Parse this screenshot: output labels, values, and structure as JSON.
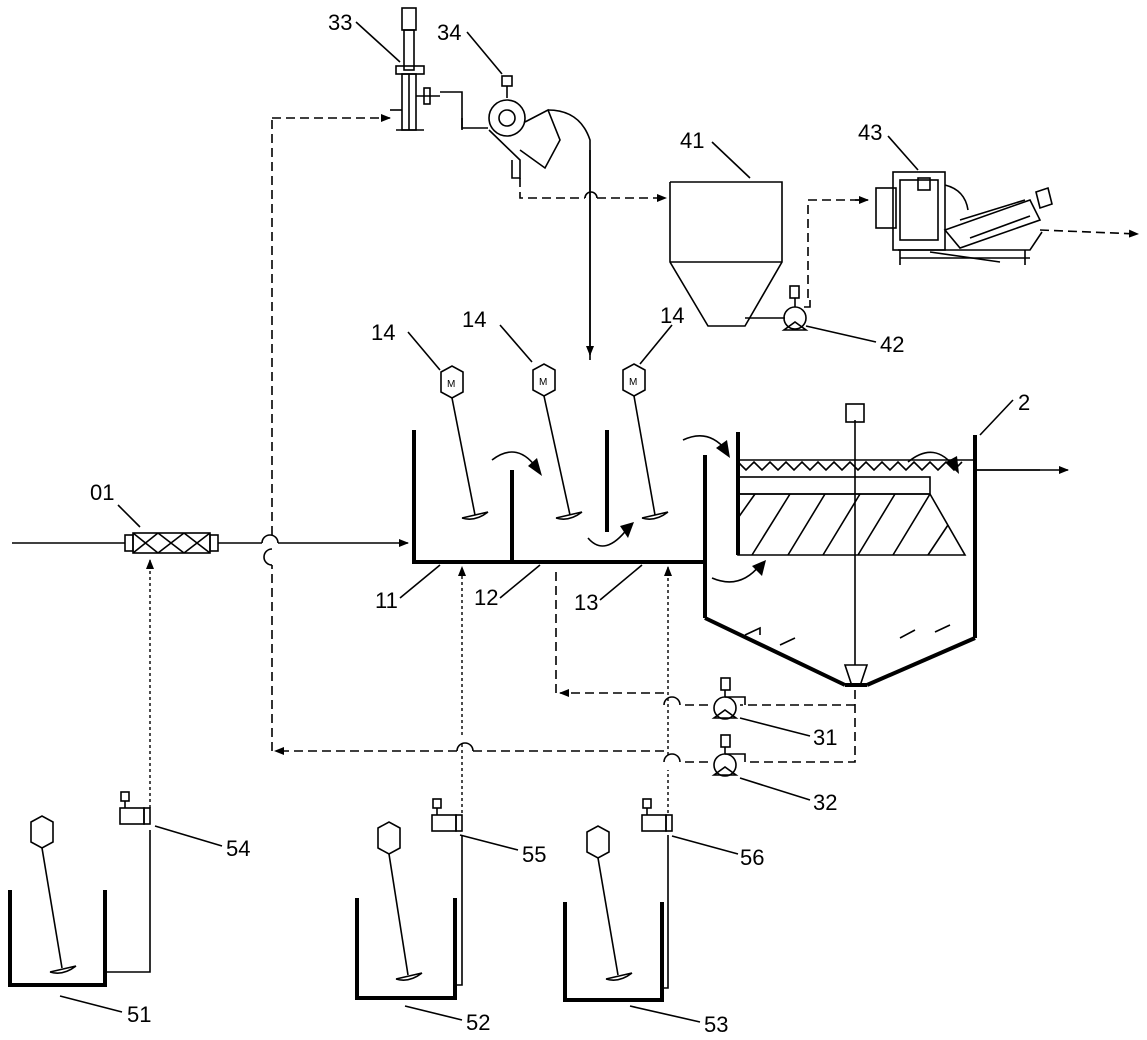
{
  "labels": {
    "screw_press": "33",
    "roller_unit": "34",
    "sludge_hopper": "41",
    "dewatering_machine": "43",
    "hopper_pump": "42",
    "mixer_1": "14",
    "mixer_2": "14",
    "mixer_3": "14",
    "settling_tank": "2",
    "pipe_mixer": "01",
    "tank_11": "11",
    "tank_12": "12",
    "tank_13": "13",
    "pump_31": "31",
    "pump_32": "32",
    "dosing_pump_54": "54",
    "dosing_pump_55": "55",
    "dosing_pump_56": "56",
    "dosing_tank_51": "51",
    "dosing_tank_52": "52",
    "dosing_tank_53": "53"
  },
  "colors": {
    "line": "#000000",
    "background": "#ffffff"
  },
  "icons": [
    "mixer-motor-icon",
    "pump-icon",
    "flow-arrow-icon",
    "pipe-mixer-icon",
    "screw-press-icon",
    "dewatering-machine-icon"
  ]
}
